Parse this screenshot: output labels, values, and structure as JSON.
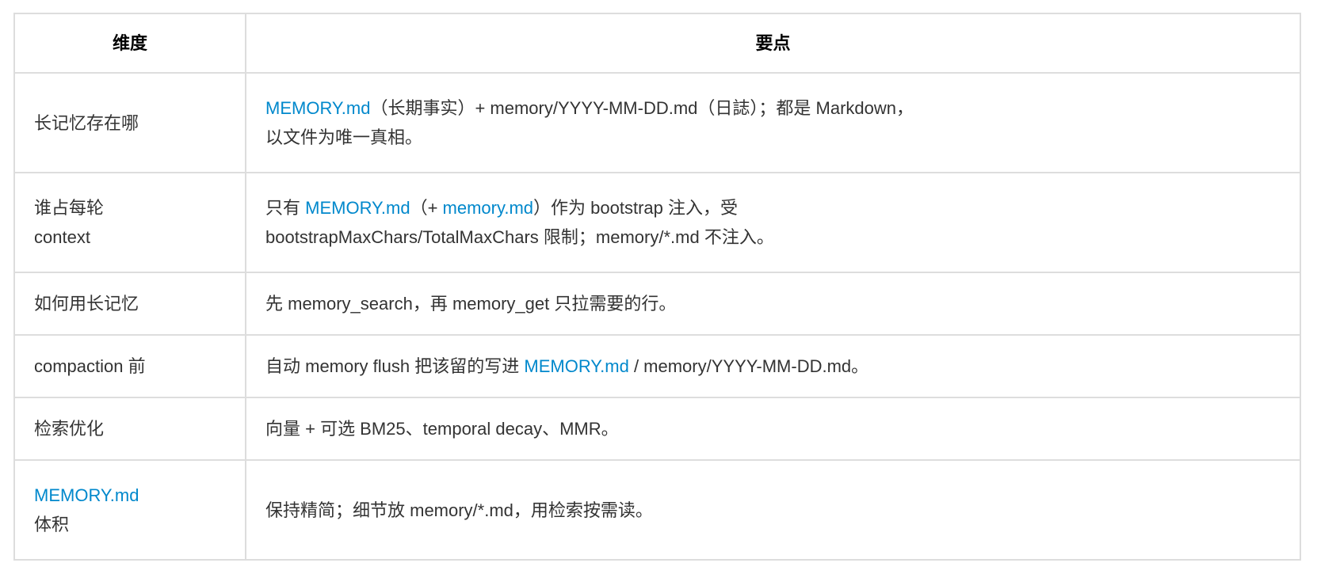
{
  "table": {
    "headers": [
      "维度",
      "要点"
    ],
    "rows": [
      {
        "dimension": [
          {
            "text": "长记忆存在哪",
            "link": false
          }
        ],
        "points": [
          {
            "text": "MEMORY.md",
            "link": true
          },
          {
            "text": "（长期事实）+ memory/YYYY-MM-DD.md（日誌）；都是 Markdown，",
            "link": false
          },
          {
            "text": "以文件为唯一真相。",
            "link": false,
            "newline": true
          }
        ]
      },
      {
        "dimension": [
          {
            "text": "谁占每轮",
            "link": false
          },
          {
            "text": "context",
            "link": false,
            "newline": true
          }
        ],
        "points": [
          {
            "text": "只有 ",
            "link": false
          },
          {
            "text": "MEMORY.md",
            "link": true
          },
          {
            "text": "（+ ",
            "link": false
          },
          {
            "text": "memory.md",
            "link": true
          },
          {
            "text": "）作为 bootstrap 注入，受",
            "link": false
          },
          {
            "text": "bootstrapMaxChars/TotalMaxChars 限制；memory/*.md 不注入。",
            "link": false,
            "newline": true
          }
        ]
      },
      {
        "dimension": [
          {
            "text": "如何用长记忆",
            "link": false
          }
        ],
        "points": [
          {
            "text": "先 memory_search，再 memory_get 只拉需要的行。",
            "link": false
          }
        ]
      },
      {
        "dimension": [
          {
            "text": "compaction 前",
            "link": false
          }
        ],
        "points": [
          {
            "text": "自动 memory flush 把该留的写进 ",
            "link": false
          },
          {
            "text": "MEMORY.md",
            "link": true
          },
          {
            "text": " / memory/YYYY-MM-DD.md。",
            "link": false
          }
        ]
      },
      {
        "dimension": [
          {
            "text": "检索优化",
            "link": false
          }
        ],
        "points": [
          {
            "text": "向量 + 可选 BM25、temporal decay、MMR。",
            "link": false
          }
        ]
      },
      {
        "dimension": [
          {
            "text": "MEMORY.md",
            "link": true
          },
          {
            "text": "体积",
            "link": false,
            "newline": true
          }
        ],
        "points": [
          {
            "text": "保持精简；细节放 memory/*.md，用检索按需读。",
            "link": false
          }
        ]
      }
    ]
  },
  "colors": {
    "text": "#333333",
    "header_text": "#000000",
    "link": "#0088cc",
    "border": "#dddddd"
  }
}
